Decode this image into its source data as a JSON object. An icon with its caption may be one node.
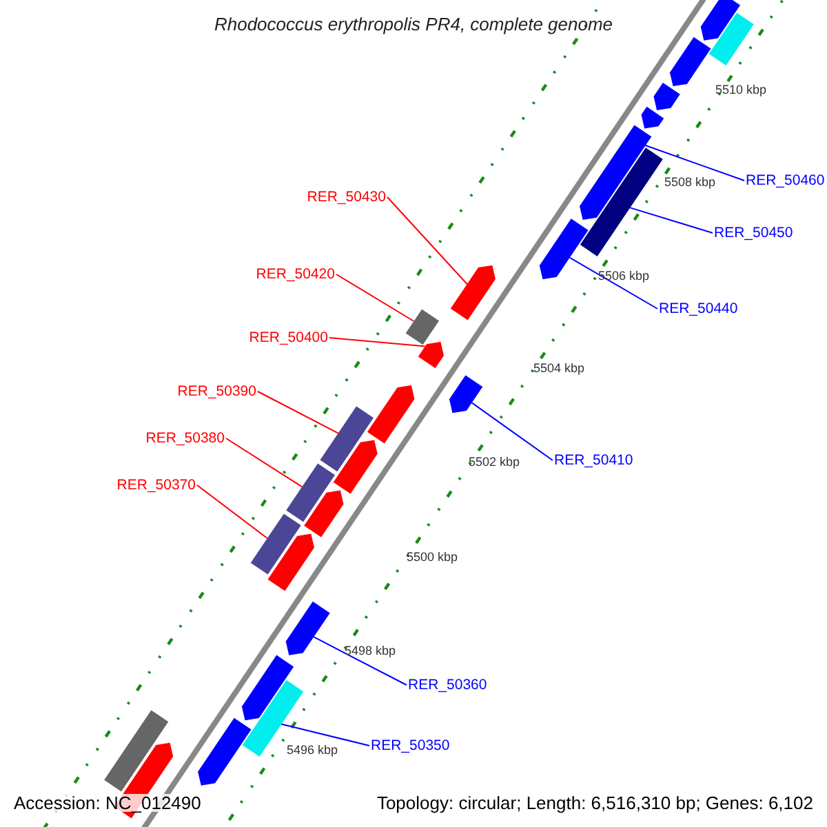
{
  "diagram": {
    "title": "Rhodococcus erythropolis PR4, complete genome",
    "nodes": [
      {
        "text": [
          "RER_50460"
        ]
      },
      {
        "text": [],
        "shape": "pentagon"
      },
      {
        "text": [
          "RER_50430"
        ]
      },
      {
        "text": [],
        "shape": "pentagon"
      },
      {
        "text": [
          "RER_50450"
        ]
      },
      {
        "text": [],
        "shape": "box"
      },
      {
        "text": [
          "RER_50420"
        ]
      },
      {
        "text": [],
        "shape": "box"
      },
      {
        "text": [
          "RER_50440"
        ]
      },
      {
        "text": [],
        "shape": "pentagon"
      },
      {
        "text": [
          "RER_50400"
        ]
      },
      {
        "text": [],
        "shape": "pentagon"
      },
      {
        "text": [
          "RER_50390"
        ]
      },
      {
        "text": [],
        "shape": "box"
      },
      {
        "text": [
          "RER_50380"
        ]
      },
      {
        "text": [],
        "shape": "box"
      },
      {
        "text": [
          "RER_50410"
        ]
      },
      {
        "text": [],
        "shape": "pentagon"
      },
      {
        "text": [
          "RER_50370"
        ]
      },
      {
        "text": [],
        "shape": "box"
      },
      {
        "text": [
          "RER_50360"
        ]
      },
      {
        "text": [],
        "shape": "pentagon"
      },
      {
        "text": [
          "RER_50350"
        ]
      },
      {
        "text": [],
        "shape": "box"
      },
      {
        "text": [],
        "shape": "pentagon"
      },
      {
        "text": [],
        "shape": "box"
      },
      {
        "text": [],
        "shape": "pentagon"
      },
      {
        "text": [],
        "shape": "pentagon"
      },
      {
        "text": [],
        "shape": "pentagon"
      },
      {
        "text": [],
        "shape": "pentagon"
      },
      {
        "text": [],
        "shape": "pentagon"
      },
      {
        "text": [],
        "shape": "pentagon"
      },
      {
        "text": [],
        "shape": "pentagon"
      },
      {
        "text": [],
        "shape": "pentagon"
      },
      {
        "text": [],
        "shape": "pentagon"
      },
      {
        "text": [],
        "shape": "box"
      },
      {
        "text": [],
        "shape": "pentagon"
      }
    ],
    "edges": [
      {
        "from": 0,
        "to": 1,
        "arrow": "none"
      },
      {
        "from": 2,
        "to": 3,
        "arrow": "none",
        "color": "#ff0000"
      },
      {
        "from": 4,
        "to": 5,
        "arrow": "none"
      },
      {
        "from": 6,
        "to": 7,
        "arrow": "none",
        "color": "#ff0000"
      },
      {
        "from": 8,
        "to": 9,
        "arrow": "none"
      },
      {
        "from": 10,
        "to": 11,
        "arrow": "none",
        "color": "#ff0000"
      },
      {
        "from": 12,
        "to": 13,
        "arrow": "none",
        "color": "#ff0000"
      },
      {
        "from": 14,
        "to": 15,
        "arrow": "none",
        "color": "#ff0000"
      },
      {
        "from": 16,
        "to": 17,
        "arrow": "none"
      },
      {
        "from": 18,
        "to": 19,
        "arrow": "none",
        "color": "#ff0000"
      },
      {
        "from": 20,
        "to": 21,
        "arrow": "none"
      },
      {
        "from": 22,
        "to": 23,
        "arrow": "none"
      }
    ],
    "labels": [
      "5510 kbp",
      "5508 kbp",
      "5506 kbp",
      "5504 kbp",
      "5502 kbp",
      "5500 kbp",
      "5498 kbp",
      "5496 kbp",
      "Accession: NC_012490",
      "Topology: circular; Length: 6,516,310 bp; Genes: 6,102"
    ]
  }
}
